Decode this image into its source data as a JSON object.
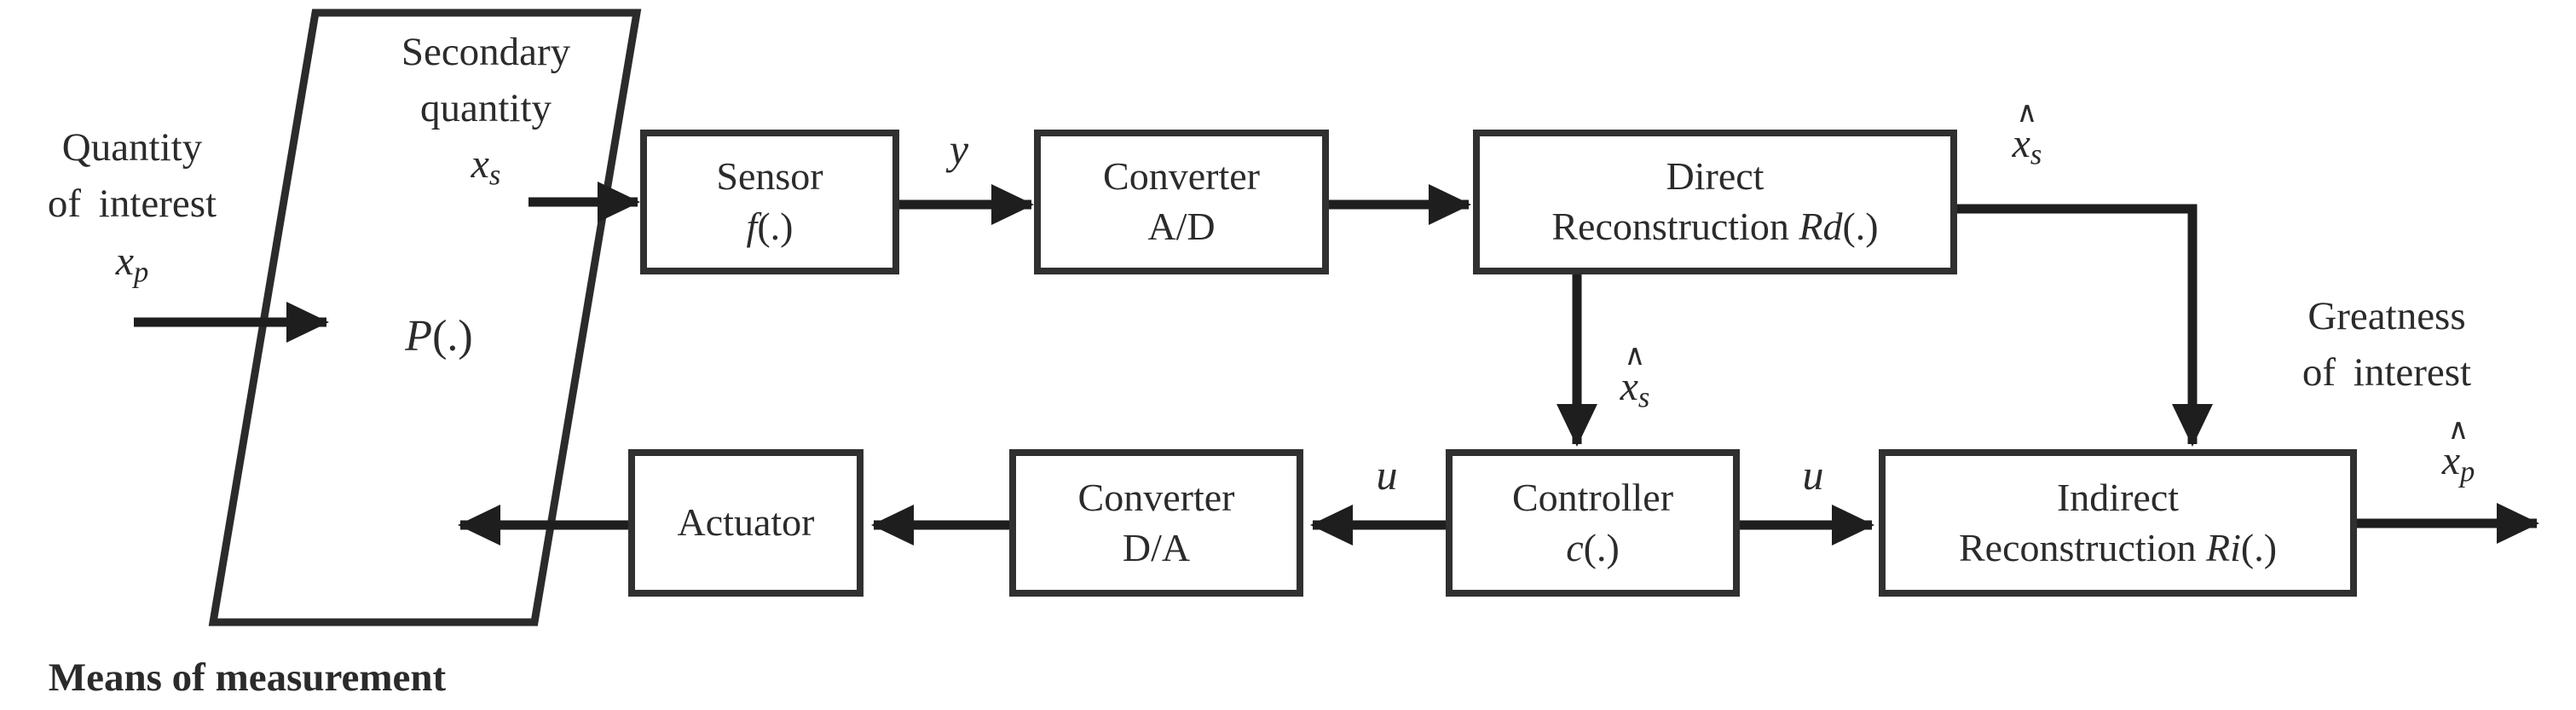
{
  "colors": {
    "line": "#1e1e1e",
    "box_border": "#303030",
    "text": "#2b2b2b",
    "background": "#ffffff"
  },
  "left_input": {
    "line1": "Quantity",
    "line2": "of interest",
    "symbol": "x",
    "subscript": "p"
  },
  "means": {
    "line1": "Secondary",
    "line2": "quantity",
    "symbol": "x",
    "subscript": "s",
    "func_italic": "P",
    "func_rest": "(.)",
    "caption": "Means of measurement"
  },
  "boxes": {
    "sensor": {
      "line1": "Sensor",
      "func_italic": "f",
      "func_rest": "(.)"
    },
    "converter_ad": {
      "line1": "Converter",
      "line2": "A/D"
    },
    "direct_recon": {
      "line1": "Direct",
      "line2_word": "Reconstruction",
      "line2_italic": "Rd",
      "line2_rest": "(.)"
    },
    "actuator": {
      "line1": "Actuator"
    },
    "converter_da": {
      "line1": "Converter",
      "line2": "D/A"
    },
    "controller": {
      "line1": "Controller",
      "func_italic": "c",
      "func_rest": "(.)"
    },
    "indirect_recon": {
      "line1": "Indirect",
      "line2_word": "Reconstruction",
      "line2_italic": "Ri",
      "line2_rest": "(.)"
    }
  },
  "signals": {
    "y": "y",
    "u_left": "u",
    "u_right": "u",
    "hat": "∧",
    "xs_hat_top": {
      "symbol": "x",
      "subscript": "s"
    },
    "xs_hat_mid": {
      "symbol": "x",
      "subscript": "s"
    },
    "xp_hat_out": {
      "symbol": "x",
      "subscript": "p"
    }
  },
  "right_output": {
    "line1": "Greatness",
    "line2": "of interest"
  }
}
